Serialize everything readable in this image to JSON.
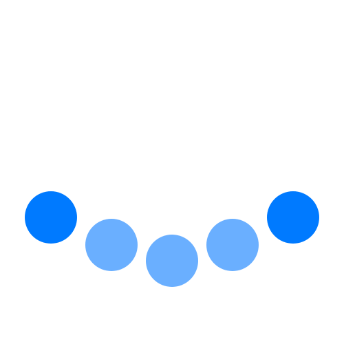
{
  "loader": {
    "dots": [
      {
        "state": "active",
        "color": "#007aff"
      },
      {
        "state": "inactive",
        "color": "#6aafff"
      },
      {
        "state": "inactive",
        "color": "#6aafff"
      },
      {
        "state": "inactive",
        "color": "#6aafff"
      },
      {
        "state": "active",
        "color": "#007aff"
      }
    ]
  }
}
